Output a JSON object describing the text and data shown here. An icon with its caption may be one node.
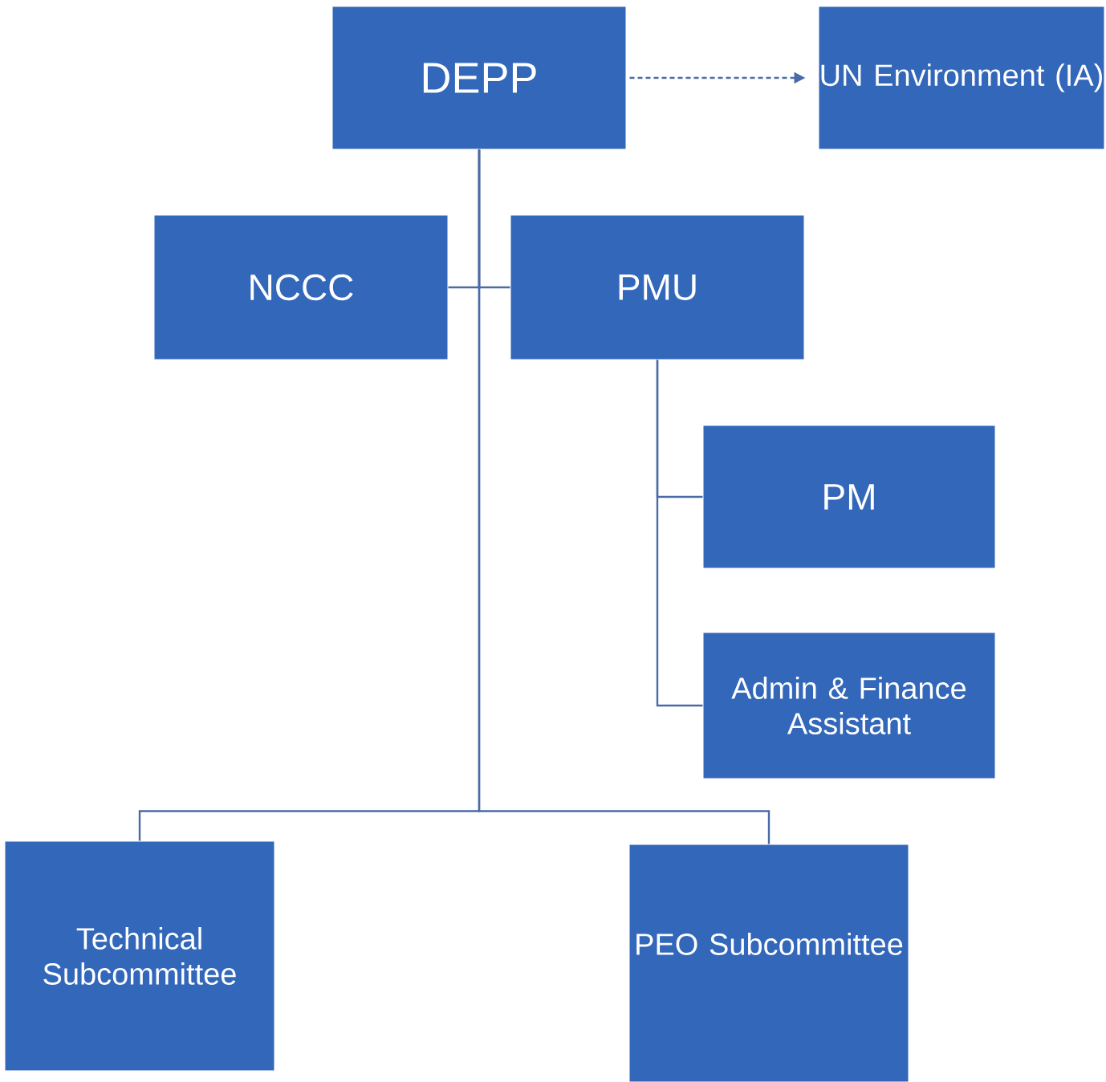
{
  "diagram": {
    "nodes": [
      {
        "text": [
          "DEPP"
        ]
      },
      {
        "text": [
          "UN Environment (IA)"
        ]
      },
      {
        "text": [
          "NCCC"
        ]
      },
      {
        "text": [
          "PMU"
        ]
      },
      {
        "text": [
          "PM"
        ]
      },
      {
        "text": [
          "Admin & Finance Assistant"
        ]
      },
      {
        "text": [
          "Technical Subcommittee"
        ]
      },
      {
        "text": [
          "PEO Subcommittee"
        ]
      }
    ],
    "edges": [
      {
        "from": 0,
        "to": 1,
        "arrow": "to",
        "style": "dashed"
      },
      {
        "from": 0,
        "to": 2,
        "arrow": "none"
      },
      {
        "from": 0,
        "to": 3,
        "arrow": "none"
      },
      {
        "from": 3,
        "to": 4,
        "arrow": "none"
      },
      {
        "from": 3,
        "to": 5,
        "arrow": "none"
      },
      {
        "from": 0,
        "to": 6,
        "arrow": "none"
      },
      {
        "from": 0,
        "to": 7,
        "arrow": "none"
      }
    ]
  }
}
